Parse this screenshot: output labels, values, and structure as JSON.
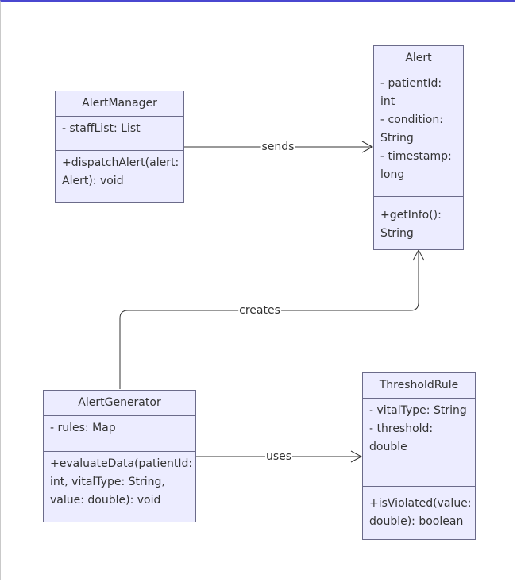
{
  "diagram": {
    "classes": {
      "alert_manager": {
        "name": "AlertManager",
        "attributes": [
          "- staffList: List"
        ],
        "methods": [
          "+dispatchAlert(alert: Alert): void"
        ]
      },
      "alert": {
        "name": "Alert",
        "attributes": [
          "- patientId: int",
          "- condition: String",
          "- timestamp: long"
        ],
        "methods": [
          "+getInfo(): String"
        ]
      },
      "alert_generator": {
        "name": "AlertGenerator",
        "attributes": [
          "- rules: Map"
        ],
        "methods": [
          "+evaluateData(patientId: int, vitalType: String, value: double): void"
        ]
      },
      "threshold_rule": {
        "name": "ThresholdRule",
        "attributes": [
          "- vitalType: String",
          "- threshold: double"
        ],
        "methods": [
          "+isViolated(value: double): boolean"
        ]
      }
    },
    "relations": {
      "sends": "sends",
      "creates": "creates",
      "uses": "uses"
    },
    "colors": {
      "class_fill": "#ECECFF",
      "class_border": "#6b6b8a",
      "edge": "#333333",
      "top_accent": "#4a47d0"
    }
  }
}
